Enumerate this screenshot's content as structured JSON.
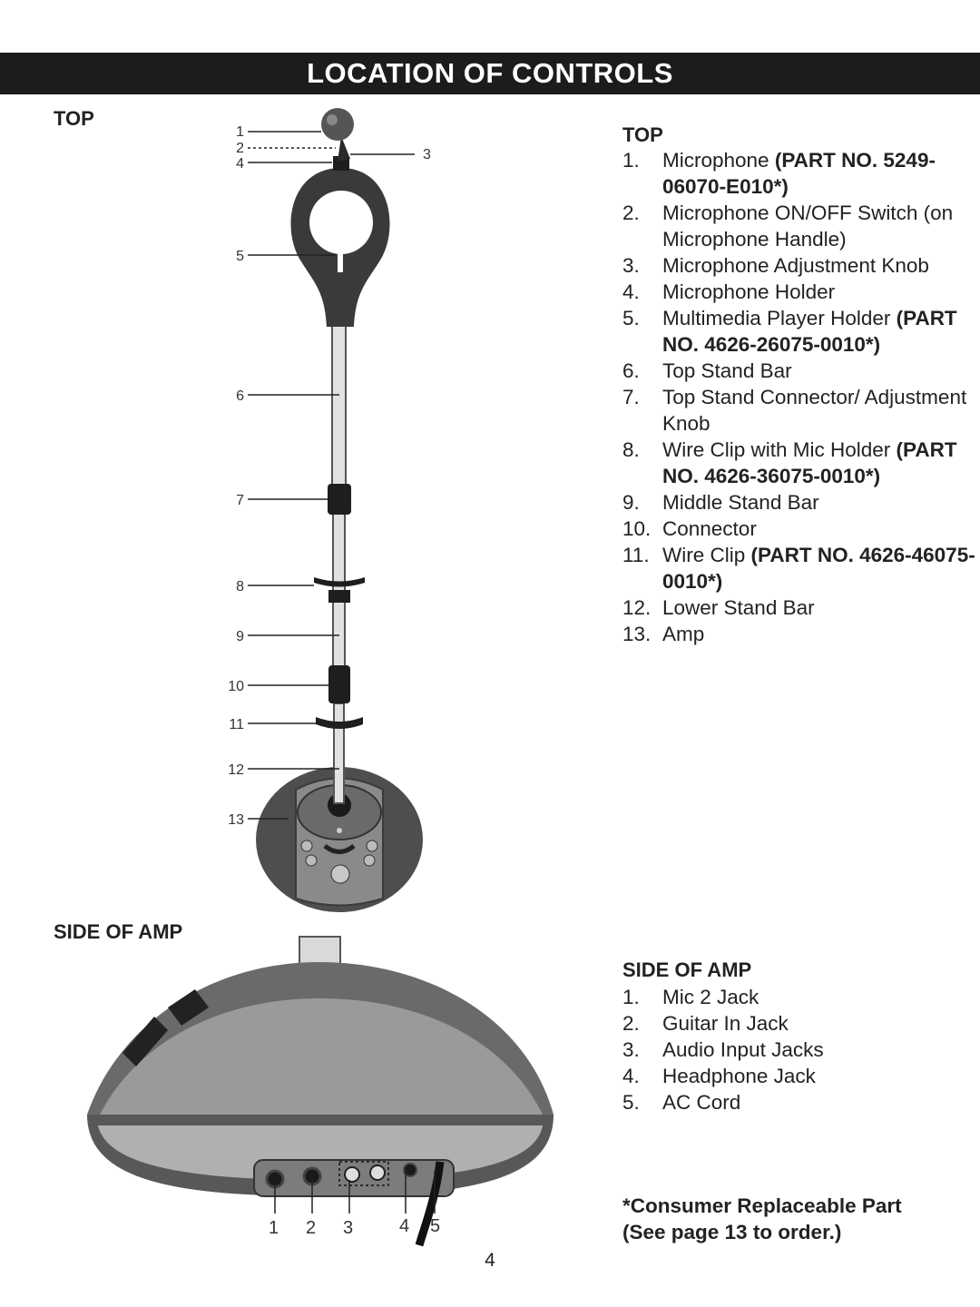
{
  "title": "LOCATION OF CONTROLS",
  "top_section": {
    "left_heading": "TOP",
    "right_heading": "TOP",
    "callouts": [
      "1",
      "2",
      "3",
      "4",
      "5",
      "6",
      "7",
      "8",
      "9",
      "10",
      "11",
      "12",
      "13"
    ],
    "items": [
      {
        "num": "1.",
        "text": "Microphone ",
        "part": "(PART NO. 5249-06070-E010*)"
      },
      {
        "num": "2.",
        "text": "Microphone ON/OFF Switch (on Microphone Handle)",
        "part": ""
      },
      {
        "num": "3.",
        "text": "Microphone Adjustment Knob",
        "part": ""
      },
      {
        "num": "4.",
        "text": "Microphone Holder",
        "part": ""
      },
      {
        "num": "5.",
        "text": "Multimedia Player Holder ",
        "part": "(PART NO. 4626-26075-0010*)"
      },
      {
        "num": "6.",
        "text": "Top Stand Bar",
        "part": ""
      },
      {
        "num": "7.",
        "text": "Top Stand Connector/ Adjustment Knob",
        "part": ""
      },
      {
        "num": "8.",
        "text": "Wire Clip with Mic Holder ",
        "part": "(PART NO. 4626-36075-0010*)"
      },
      {
        "num": "9.",
        "text": "Middle Stand Bar",
        "part": ""
      },
      {
        "num": "10.",
        "text": "Connector",
        "part": ""
      },
      {
        "num": "11.",
        "text": "Wire Clip ",
        "part": "(PART NO. 4626-46075-0010*)"
      },
      {
        "num": "12.",
        "text": "Lower Stand Bar",
        "part": ""
      },
      {
        "num": "13.",
        "text": "Amp",
        "part": ""
      }
    ]
  },
  "side_section": {
    "left_heading": "SIDE OF AMP",
    "right_heading": "SIDE OF AMP",
    "callouts": [
      "1",
      "2",
      "3",
      "4",
      "5"
    ],
    "items": [
      {
        "num": "1.",
        "text": "Mic 2 Jack"
      },
      {
        "num": "2.",
        "text": "Guitar In Jack"
      },
      {
        "num": "3.",
        "text": "Audio Input Jacks"
      },
      {
        "num": "4.",
        "text": "Headphone Jack"
      },
      {
        "num": "5.",
        "text": "AC Cord"
      }
    ]
  },
  "note_line1": "*Consumer Replaceable Part",
  "note_line2": "(See page 13 to order.)",
  "page_number": "4"
}
